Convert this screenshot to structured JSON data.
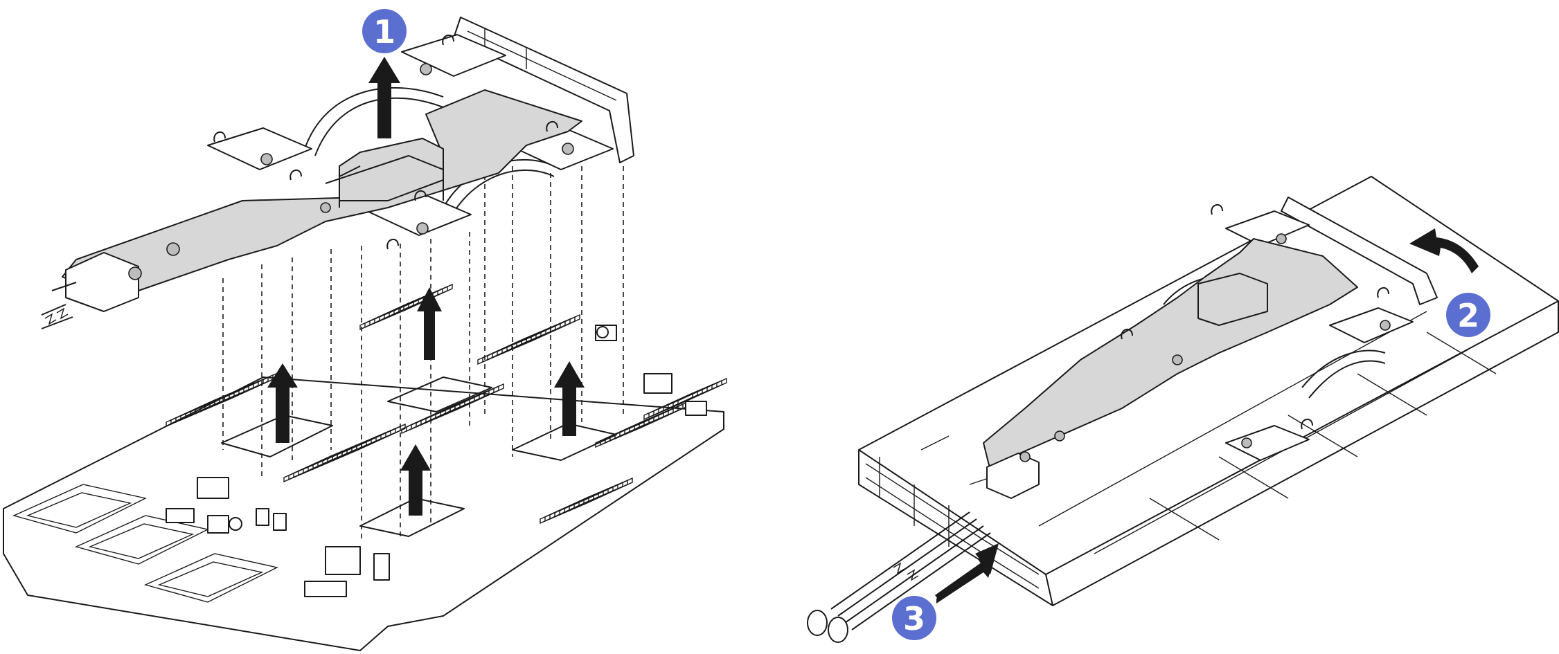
{
  "figure": {
    "callouts": [
      {
        "id": 1,
        "label": "1",
        "color": "#5b6fd1"
      },
      {
        "id": 2,
        "label": "2",
        "color": "#5b6fd1"
      },
      {
        "id": 3,
        "label": "3",
        "color": "#5b6fd1"
      }
    ],
    "colors": {
      "line": "#1a1a1a",
      "plate_fill": "#d7d7d7",
      "callout": "#5b6fd1",
      "arrow": "#1a1a1a"
    },
    "icons": [
      "lift-arrow-icon",
      "rotate-arrow-icon",
      "insert-arrow-icon"
    ]
  }
}
